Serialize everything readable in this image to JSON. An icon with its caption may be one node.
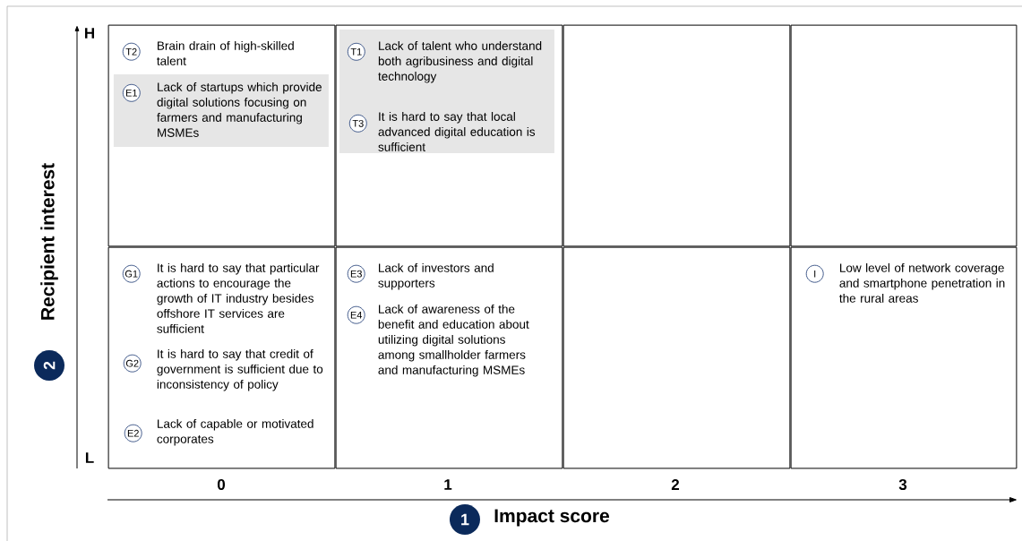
{
  "diagram": {
    "nodes": [
      {
        "text": [],
        "shape": "box"
      },
      {
        "text": [
          "T2"
        ],
        "beside": [
          "Brain drain of high-skilled talent"
        ],
        "in": 0
      },
      {
        "text": [],
        "shape": "box",
        "in": 0
      },
      {
        "text": [
          "E1"
        ],
        "beside": [
          "Lack of startups which provide digital solutions focusing on farmers and manufacturing MSMEs"
        ],
        "in": 2
      },
      {
        "text": [],
        "shape": "box"
      },
      {
        "text": [],
        "shape": "box",
        "in": 4
      },
      {
        "text": [
          "T1"
        ],
        "beside": [
          "Lack of talent who understand both agribusiness and digital technology"
        ],
        "in": 5
      },
      {
        "text": [
          "T3"
        ],
        "beside": [
          "It is hard to say that local advanced digital education is sufficient"
        ],
        "in": 5
      },
      {
        "text": [],
        "shape": "box"
      },
      {
        "text": [],
        "shape": "box"
      },
      {
        "text": [],
        "shape": "box"
      },
      {
        "text": [
          "G1"
        ],
        "beside": [
          "It is hard to say that particular actions to encourage the growth of IT industry besides offshore IT services are sufficient"
        ],
        "in": 10
      },
      {
        "text": [
          "G2"
        ],
        "beside": [
          "It is hard to say that credit of government is sufficient due to inconsistency of policy"
        ],
        "in": 10
      },
      {
        "text": [
          "E2"
        ],
        "beside": [
          "Lack of capable or motivated corporates"
        ],
        "in": 10
      },
      {
        "text": [],
        "shape": "box"
      },
      {
        "text": [
          "E3"
        ],
        "beside": [
          "Lack of investors and supporters"
        ],
        "in": 14
      },
      {
        "text": [
          "E4"
        ],
        "beside": [
          "Lack of awareness of the benefit and education about utilizing digital solutions among smallholder farmers and manufacturing MSMEs"
        ],
        "in": 14
      },
      {
        "text": [],
        "shape": "box"
      },
      {
        "text": [],
        "shape": "box"
      },
      {
        "text": [
          "I"
        ],
        "beside": [
          "Low level of network coverage and smartphone penetration in the rural areas"
        ],
        "in": 18
      },
      {
        "text": [
          "2"
        ],
        "beside": [
          "Recipient interest"
        ]
      },
      {
        "text": [
          "1"
        ],
        "beside": [
          "Impact score"
        ]
      }
    ],
    "labels": [
      "H",
      "L",
      "0",
      "1",
      "2",
      "3"
    ]
  }
}
